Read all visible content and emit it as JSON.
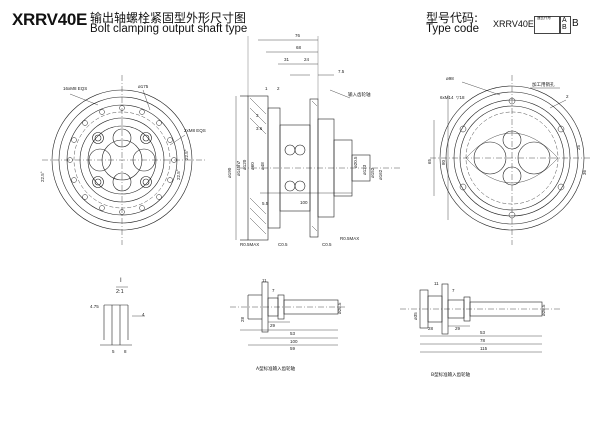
{
  "header": {
    "model": "XRRV40E",
    "title_cn": "输出轴螺栓紧固型外形尺寸图",
    "title_en": "Bolt clamping output shaft type"
  },
  "type_code": {
    "label_cn": "型号代码:",
    "label_en": "Type code",
    "model": "XRRV40E",
    "box_note": "速比代号",
    "a": "A",
    "b": "B",
    "suffix": "B"
  },
  "left_view": {
    "tap": "16xM8 EQS",
    "bolt_circle": "ø175",
    "dowel": "2xM8 EQS",
    "angle1": "22.5°",
    "angle2": "22.5°",
    "angle3": "22.5°"
  },
  "section_view": {
    "d76": "76",
    "d68": "68",
    "d31": "31",
    "d24": "24",
    "d75": "7.5",
    "d1": "1",
    "d2": "2",
    "d3": "3",
    "d36": "3.6",
    "d55": "5.5",
    "d100": "100",
    "r_top": "R0.5MAX",
    "c05_left": "C0.5",
    "c05_right": "C0.5",
    "r_bottom": "R0.5MAX",
    "dia_190": "ø190",
    "dia_145": "ø145h7",
    "dia_120": "ø120",
    "dia_60": "ø60",
    "dia_48": "ø48",
    "dia_205": "ø20.5",
    "dia_123": "ø123",
    "dia_152": "ø152",
    "dia_162": "ø162",
    "input_note": "输入齿轮轴"
  },
  "right_view": {
    "holes": "ø98",
    "tap": "6xM14",
    "tap_depth": "▽18",
    "note": "加工用销孔",
    "two": "2",
    "d80": "80",
    "d25": "25",
    "d36": "36",
    "d65": "65"
  },
  "detail_i": {
    "label": "I",
    "scale": "2:1",
    "d475": "4.75",
    "d4": "4",
    "d5": "5",
    "d8": "8"
  },
  "view_a": {
    "d11": "11",
    "d7": "7",
    "d28": "28",
    "d29": "29",
    "d53": "53",
    "d100": "100",
    "d59": "59",
    "dia": "ø26.5",
    "caption": "A型标准输入齿轮轴"
  },
  "view_b": {
    "d11": "11",
    "d7": "7",
    "d28": "28",
    "d29": "29",
    "d53": "53",
    "d78": "78",
    "d115": "115",
    "dia1": "ø26.5",
    "dia2": "ø35",
    "caption": "B型标准输入齿轮轴"
  }
}
